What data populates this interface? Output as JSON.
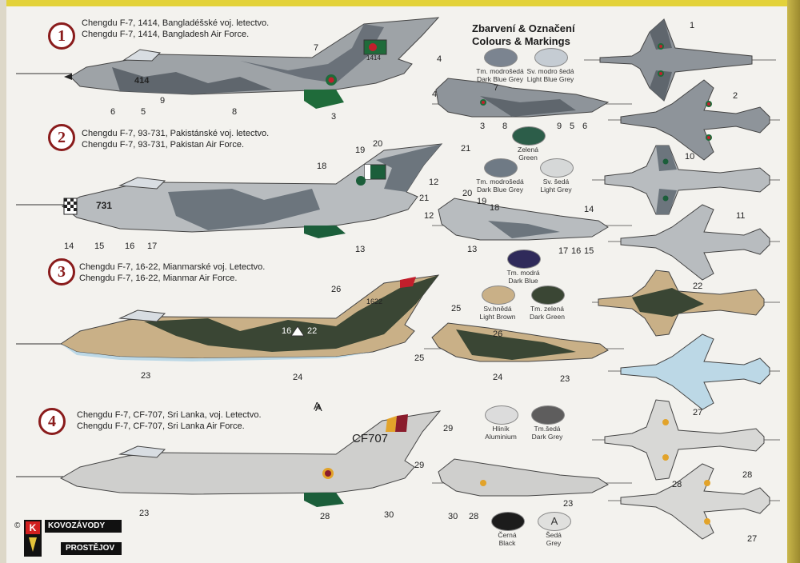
{
  "header": {
    "title_cz": "Zbarvení & Označení",
    "title_en": "Colours & Markings"
  },
  "schemes": [
    {
      "number": "1",
      "caption_cz": "Chengdu F-7, 1414, Bangladéšské voj. letectvo.",
      "caption_en": "Chengdu F-7, 1414, Bangladesh Air Force.",
      "serial": "1414",
      "code": "414"
    },
    {
      "number": "2",
      "caption_cz": "Chengdu F-7, 93-731, Pakistánské voj. letectvo.",
      "caption_en": "Chengdu F-7, 93-731, Pakistan Air Force.",
      "serial": "731"
    },
    {
      "number": "3",
      "caption_cz": "Chengdu F-7, 16-22, Mianmarské voj. Letectvo.",
      "caption_en": "Chengdu F-7, 16-22, Mianmar Air Force.",
      "serial": "1622",
      "code_a": "16",
      "code_b": "22"
    },
    {
      "number": "4",
      "caption_cz": "Chengdu F-7, CF-707, Sri Lanka, voj. Letectvo.",
      "caption_en": "Chengdu F-7, CF-707, Sri Lanka Air Force.",
      "serial": "CF707",
      "letter": "A"
    }
  ],
  "callouts": {
    "s1": [
      "7",
      "4",
      "6",
      "5",
      "9",
      "8",
      "3",
      "7",
      "4",
      "3",
      "8",
      "9",
      "5",
      "6",
      "1",
      "2"
    ],
    "s2": [
      "19",
      "20",
      "21",
      "18",
      "12",
      "14",
      "15",
      "16",
      "17",
      "13",
      "21",
      "20",
      "19",
      "18",
      "12",
      "13",
      "17",
      "16",
      "15",
      "14",
      "10",
      "11"
    ],
    "s3": [
      "26",
      "25",
      "23",
      "24",
      "26",
      "25",
      "24",
      "23",
      "22"
    ],
    "s4": [
      "A",
      "29",
      "23",
      "28",
      "30",
      "29",
      "30",
      "28",
      "23",
      "27",
      "28",
      "28",
      "27"
    ]
  },
  "colours": [
    {
      "cz": "Tm. modrošedá",
      "en": "Dark Blue Grey",
      "hex": "#7b8490"
    },
    {
      "cz": "Sv. modro šedá",
      "en": "Light Blue Grey",
      "hex": "#c5ccd3"
    },
    {
      "cz": "Zelená",
      "en": "Green",
      "hex": "#2c5d49"
    },
    {
      "cz": "Tm. modrošedá",
      "en": "Dark Blue Grey",
      "hex": "#6f7a85"
    },
    {
      "cz": "Sv. šedá",
      "en": "Light Grey",
      "hex": "#d6d8d8"
    },
    {
      "cz": "Tm. modrá",
      "en": "Dark Blue",
      "hex": "#2f2a5a"
    },
    {
      "cz": "Sv.hnědá",
      "en": "Light Brown",
      "hex": "#c9b087"
    },
    {
      "cz": "Tm. zelená",
      "en": "Dark Green",
      "hex": "#3a4634"
    },
    {
      "cz": "Hliník",
      "en": "Aluminium",
      "hex": "#dcdcdc"
    },
    {
      "cz": "Tm.šedá",
      "en": "Dark Grey",
      "hex": "#5e5d5d"
    },
    {
      "cz": "Černá",
      "en": "Black",
      "hex": "#1c1c1c"
    },
    {
      "cz": "Šedá",
      "en": "Grey",
      "hex": "#e0e0de",
      "letter": "A"
    }
  ],
  "logo": {
    "line1": "KOVOZÁVODY",
    "line2": "PROSTĚJOV",
    "mark": "K",
    "copyright": "©"
  },
  "palette": {
    "accent": "#8a1c1c",
    "bangladesh_green": "#1f6b3a",
    "bangladesh_red": "#c21f2c",
    "pakistan_green": "#1b5e3a",
    "myanmar_dark_green": "#3a4634",
    "myanmar_tan": "#c9b087",
    "myanmar_belly": "#bcd8e6",
    "srilanka_grey": "#cfcfcd"
  }
}
